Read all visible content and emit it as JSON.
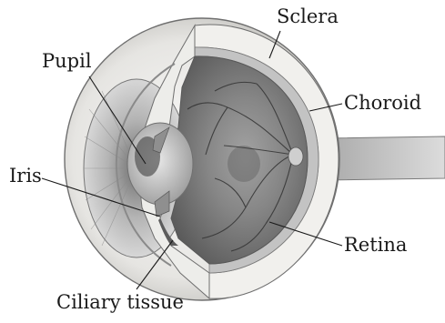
{
  "labels": {
    "sclera": "Sclera",
    "pupil": "Pupil",
    "choroid": "Choroid",
    "iris": "Iris",
    "retina": "Retina",
    "ciliary_tissue": "Ciliary tissue"
  },
  "colors": {
    "sclera_white": "#f4f3f0",
    "choroid_gray": "#bdbdbd",
    "retina_fill": "#8b8b8b",
    "retina_dark": "#5e5e5e",
    "iris_gray": "#9d9d9d",
    "vessel_dark": "#2f2f2f",
    "leader_line": "#1a1a1a"
  }
}
